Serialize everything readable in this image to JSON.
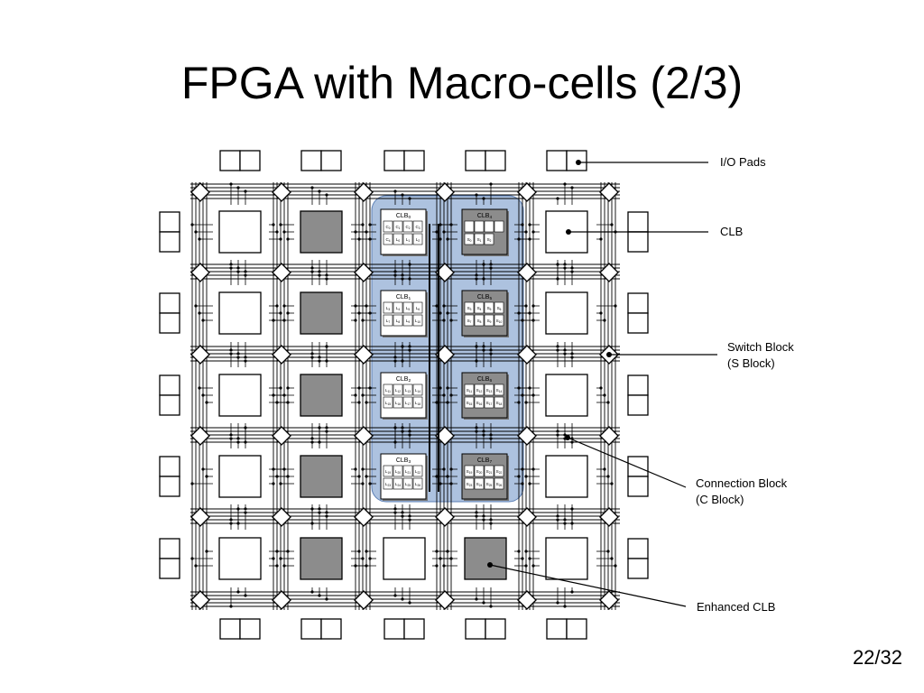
{
  "slide": {
    "title": "FPGA with Macro-cells (2/3)",
    "page_number": "22/32"
  },
  "diagram": {
    "callouts": [
      {
        "id": "io-pads",
        "lines": [
          "I/O Pads"
        ]
      },
      {
        "id": "clb",
        "lines": [
          "CLB"
        ]
      },
      {
        "id": "switch-block",
        "lines": [
          "Switch Block",
          "(S Block)"
        ]
      },
      {
        "id": "connection-block",
        "lines": [
          "Connection Block",
          "(C Block)"
        ]
      },
      {
        "id": "enhanced-clb",
        "lines": [
          "Enhanced CLB"
        ]
      }
    ],
    "macro_cells": [
      {
        "title": "CLB0",
        "cells": [
          "C0",
          "C1",
          "C2",
          "C3",
          "C4",
          "L0",
          "L1",
          "L2"
        ]
      },
      {
        "title": "CLB1",
        "cells": [
          "L3",
          "L4",
          "L5",
          "L6",
          "L7",
          "L8",
          "L9",
          "L10"
        ]
      },
      {
        "title": "CLB2",
        "cells": [
          "L11",
          "L12",
          "L13",
          "L14",
          "L15",
          "L16",
          "L17",
          "L18"
        ]
      },
      {
        "title": "CLB3",
        "cells": [
          "L19",
          "L20",
          "L21",
          "L22",
          "L23",
          "L24",
          "L25",
          "L26"
        ]
      },
      {
        "title": "CLB4",
        "cells": [
          "",
          "",
          "",
          "",
          "S0",
          "S1",
          "S2"
        ]
      },
      {
        "title": "CLB5",
        "cells": [
          "S3",
          "S4",
          "S5",
          "S6",
          "S7",
          "S8",
          "S9",
          "S10"
        ]
      },
      {
        "title": "CLB6",
        "cells": [
          "S11",
          "S12",
          "S13",
          "S14",
          "S15",
          "S16",
          "S17",
          "S18"
        ]
      },
      {
        "title": "CLB7",
        "cells": [
          "S19",
          "S20",
          "S21",
          "S22",
          "S23",
          "S24",
          "S25",
          "S26"
        ]
      }
    ],
    "colors": {
      "line": "#000000",
      "enhanced_clb_fill": "#8c8c8c",
      "clb_fill": "#ffffff",
      "highlight_fill": "#4a78b8",
      "highlight_opacity": "0.45"
    }
  }
}
